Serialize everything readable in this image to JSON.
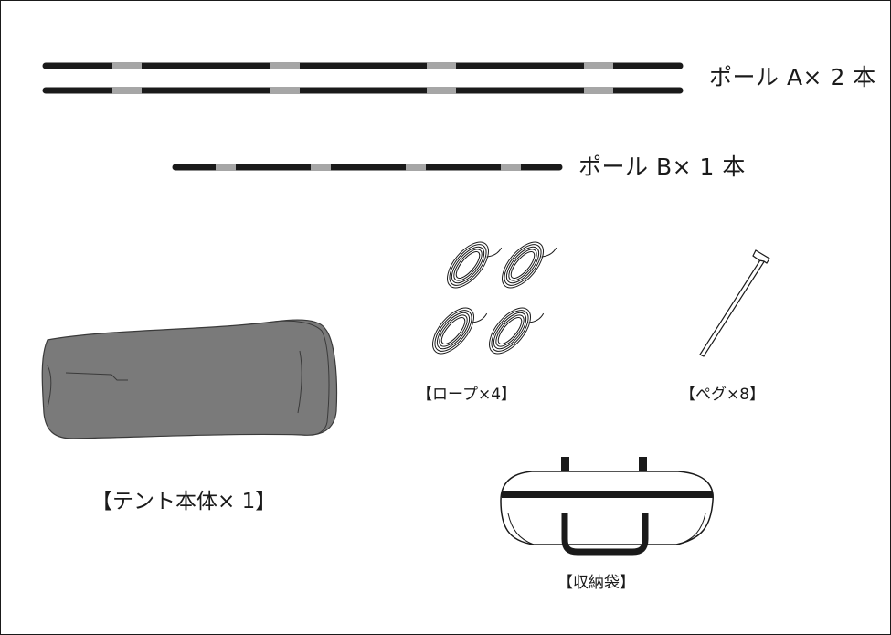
{
  "labels": {
    "pole_a": "ポール A× 2 本",
    "pole_b": "ポール B× 1 本",
    "rope": "【ロープ×4】",
    "peg": "【ペグ×8】",
    "tent": "【テント本体× 1】",
    "bag": "【収納袋】"
  },
  "colors": {
    "pole": "#1a1a1a",
    "pole_joint": "#a6a6a6",
    "tent_fill": "#7a7a7a",
    "tent_shadow": "#555555",
    "line": "#1a1a1a"
  },
  "icons": [
    "pole-a-icon",
    "pole-b-icon",
    "rope-icon",
    "peg-icon",
    "tent-body-icon",
    "storage-bag-icon"
  ]
}
